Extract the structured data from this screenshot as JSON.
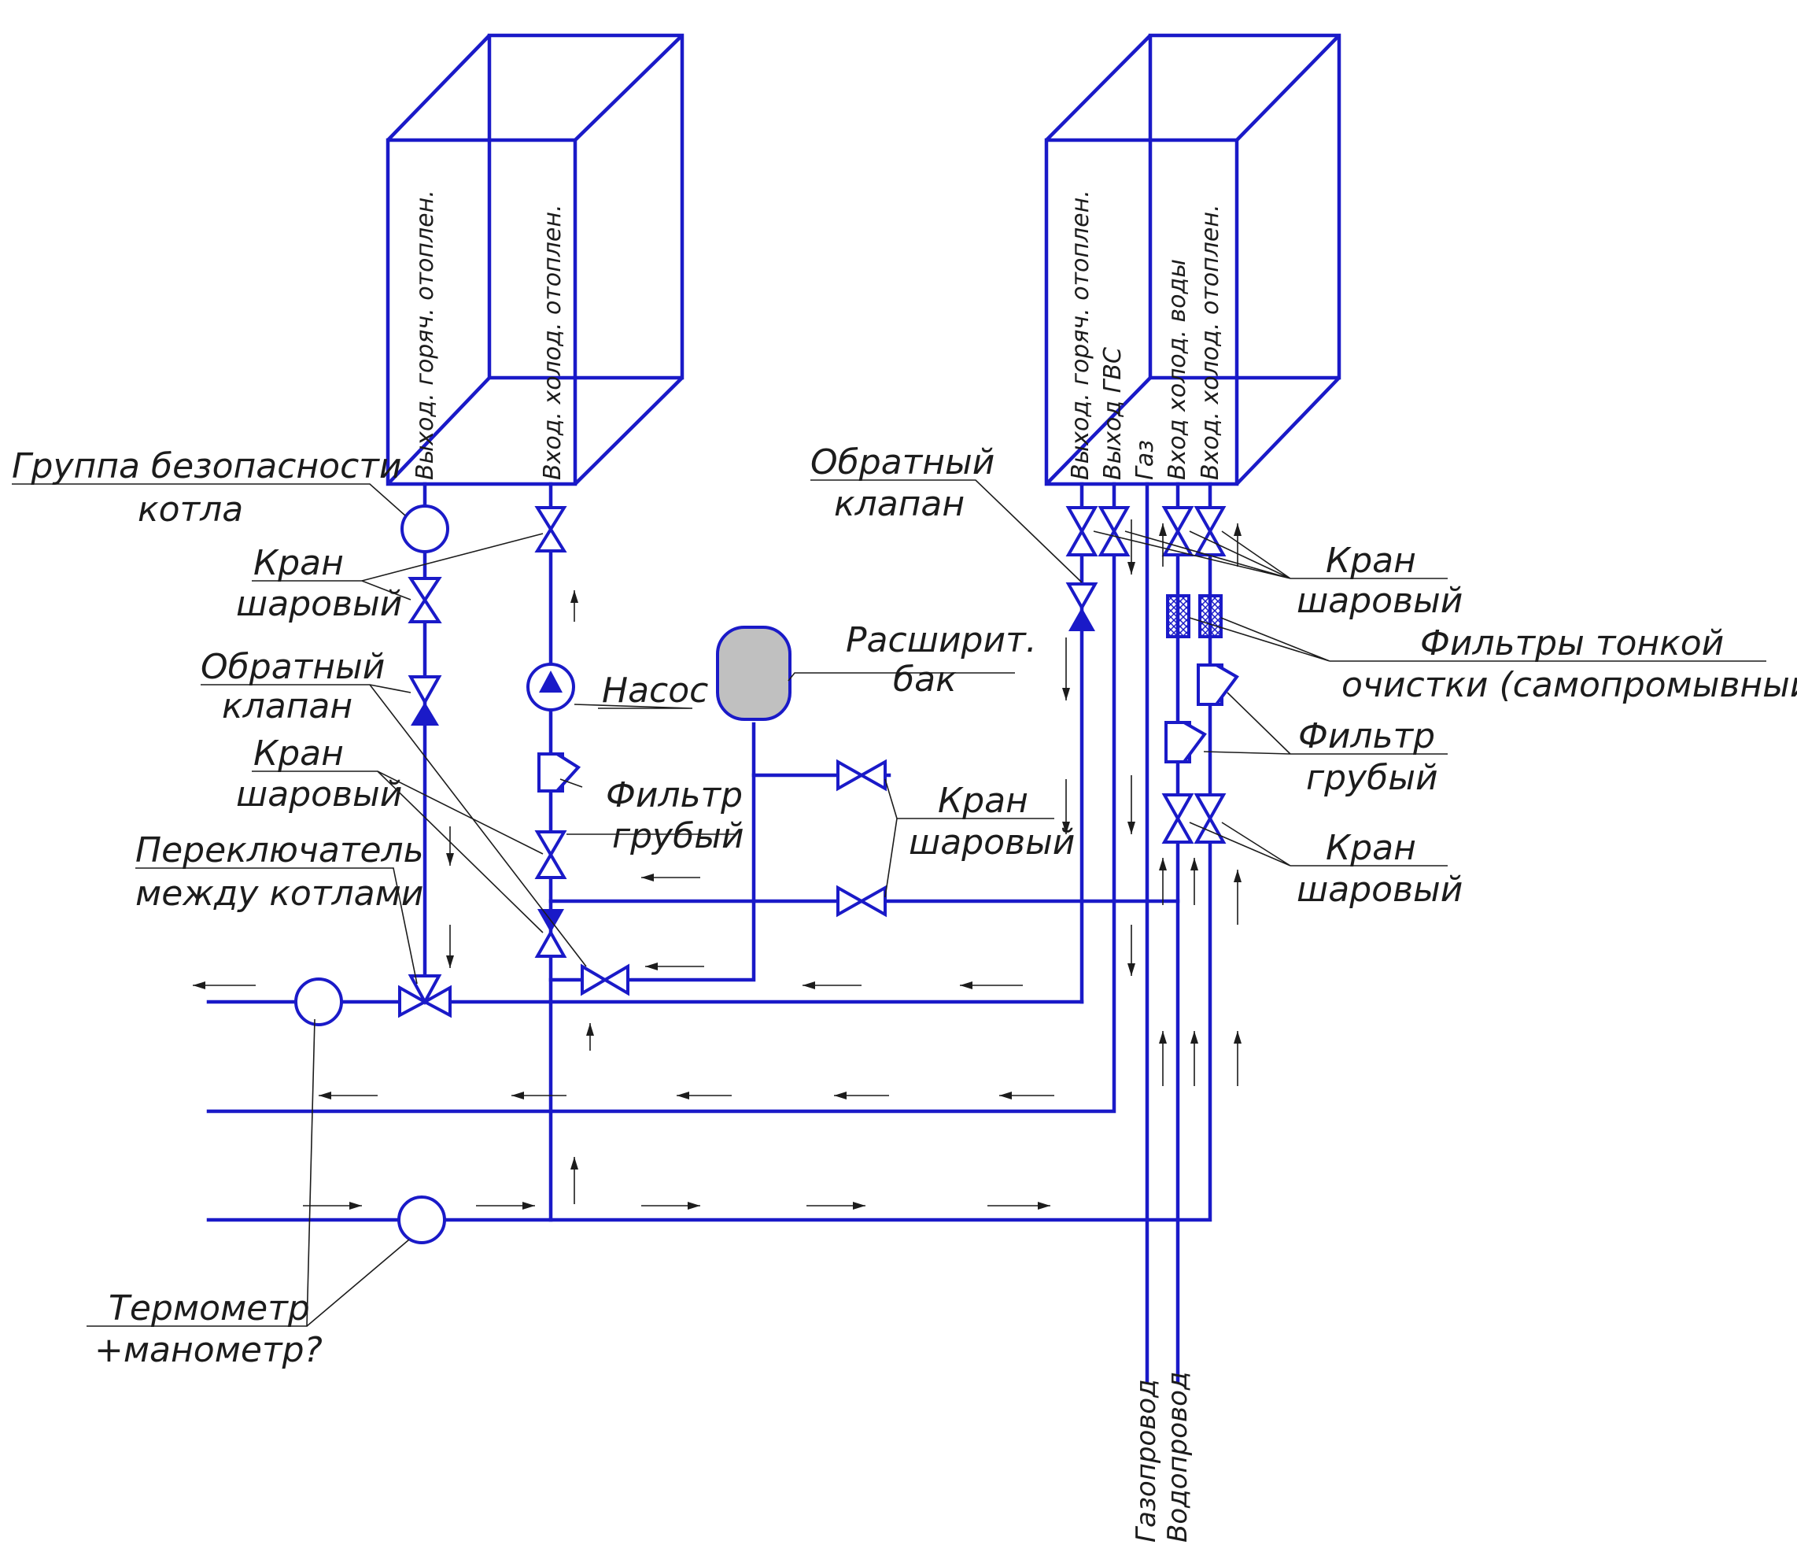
{
  "boiler_left": {
    "port_hot_out": "Выход. горяч. отоплен.",
    "port_cold_in": "Вход. холод. отоплен."
  },
  "boiler_right": {
    "port_hot_out": "Выход. горяч. отоплен.",
    "port_dhw_out": "Выход ГВС",
    "port_gas": "Газ",
    "port_cold_water": "Вход холод. воды",
    "port_cold_in": "Вход. холод. отоплен."
  },
  "labels": {
    "safety_group_1": "Группа безопасности",
    "safety_group_2": "котла",
    "ball_valve_a_1": "Кран",
    "ball_valve_a_2": "шаровый",
    "check_valve_a_1": "Обратный",
    "check_valve_a_2": "клапан",
    "ball_valve_b_1": "Кран",
    "ball_valve_b_2": "шаровый",
    "switch_1": "Переключатель",
    "switch_2": "между котлами",
    "pump": "Насос",
    "exp_tank_1": "Расширит.",
    "exp_tank_2": "бак",
    "coarse_filter_a_1": "Фильтр",
    "coarse_filter_a_2": "грубый",
    "ball_valve_c_1": "Кран",
    "ball_valve_c_2": "шаровый",
    "check_valve_b_1": "Обратный",
    "check_valve_b_2": "клапан",
    "ball_valve_d_1": "Кран",
    "ball_valve_d_2": "шаровый",
    "fine_filters_1": "Фильтры тонкой",
    "fine_filters_2": "очистки (самопромывный?)",
    "coarse_filter_b_1": "Фильтр",
    "coarse_filter_b_2": "грубый",
    "ball_valve_e_1": "Кран",
    "ball_valve_e_2": "шаровый",
    "thermometer_1": "Термометр",
    "thermometer_2": "+манометр?",
    "gas_main": "Газопровод",
    "water_main": "Водопровод"
  },
  "colors": {
    "pipe": "#1a1ac8",
    "leader": "#1c1c1c",
    "tank_fill": "#c0c0c0"
  }
}
